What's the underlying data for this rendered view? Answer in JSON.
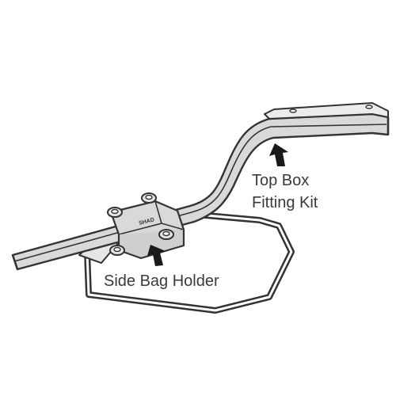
{
  "labels": {
    "top_box_line1": "Top Box",
    "top_box_line2": "Fitting Kit",
    "side_bag_holder": "Side Bag Holder"
  },
  "logo_text": "SHAD",
  "colors": {
    "outline": "#333333",
    "fill": "#d9d9d9",
    "arrow": "#1a1a1a",
    "text": "#3a3a3a",
    "background": "#ffffff"
  }
}
